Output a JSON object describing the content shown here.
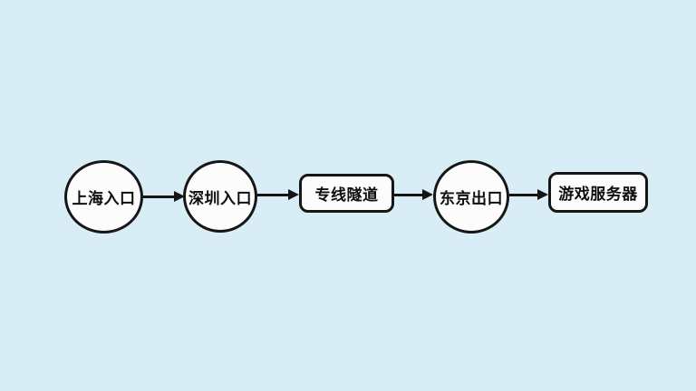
{
  "diagram": {
    "type": "flowchart",
    "direction": "left-to-right",
    "background_color": "#d9edf6",
    "node_fill_color": "#fbfcfb",
    "node_stroke_color": "#161616",
    "arrow_color": "#141414",
    "nodes": [
      {
        "id": "shanghai-entry",
        "shape": "circle",
        "label": "上海入口"
      },
      {
        "id": "shenzhen-entry",
        "shape": "circle",
        "label": "深圳入口"
      },
      {
        "id": "dedicated-tunnel",
        "shape": "rounded-rect",
        "label": "专线隧道"
      },
      {
        "id": "tokyo-exit",
        "shape": "circle",
        "label": "东京出口"
      },
      {
        "id": "game-server",
        "shape": "rounded-rect",
        "label": "游戏服务器"
      }
    ],
    "edges": [
      {
        "from": "shanghai-entry",
        "to": "shenzhen-entry"
      },
      {
        "from": "shenzhen-entry",
        "to": "dedicated-tunnel"
      },
      {
        "from": "dedicated-tunnel",
        "to": "tokyo-exit"
      },
      {
        "from": "tokyo-exit",
        "to": "game-server"
      }
    ]
  }
}
